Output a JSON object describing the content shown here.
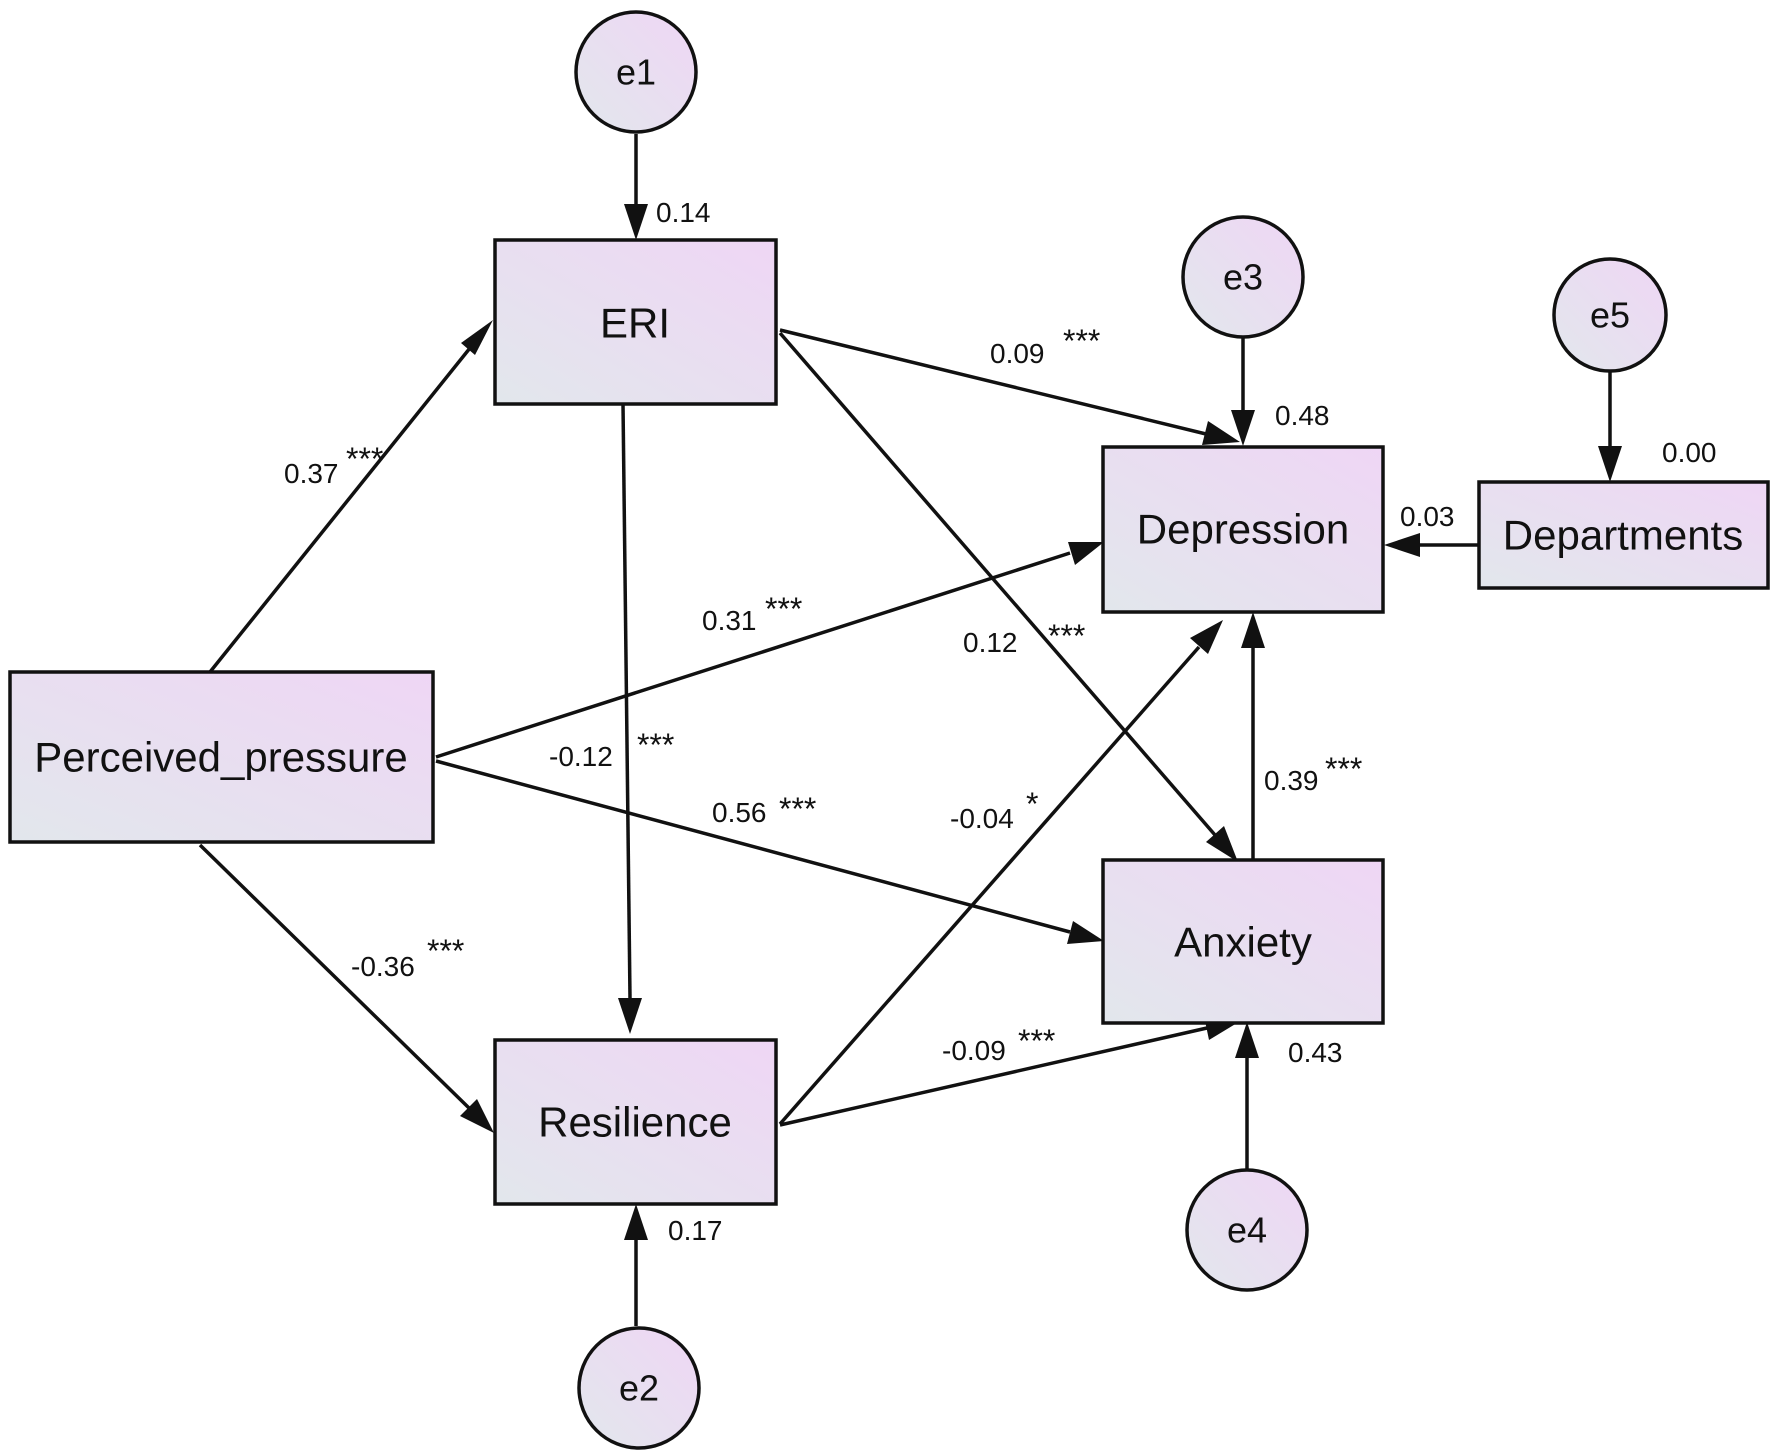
{
  "colors": {
    "node_fill_start": "#e2e7ec",
    "node_fill_end": "#efd6f5",
    "stroke": "#111111",
    "background": "#ffffff"
  },
  "nodes": {
    "perceived_pressure": "Perceived_pressure",
    "eri": "ERI",
    "resilience": "Resilience",
    "depression": "Depression",
    "anxiety": "Anxiety",
    "departments": "Departments",
    "e1": "e1",
    "e2": "e2",
    "e3": "e3",
    "e4": "e4",
    "e5": "e5"
  },
  "squared_multiple_correlations": {
    "eri": "0.14",
    "resilience": "0.17",
    "depression": "0.48",
    "anxiety": "0.43",
    "departments": "0.00"
  },
  "paths": {
    "pp_eri": {
      "coef": "0.37",
      "sig": "***"
    },
    "pp_depression": {
      "coef": "0.31",
      "sig": "***"
    },
    "pp_anxiety": {
      "coef": "0.56",
      "sig": "***"
    },
    "pp_resilience": {
      "coef": "-0.36",
      "sig": "***"
    },
    "eri_depression": {
      "coef": "0.09",
      "sig": "***"
    },
    "eri_anxiety": {
      "coef": "0.12",
      "sig": "***"
    },
    "eri_resilience": {
      "coef": "-0.12",
      "sig": "***"
    },
    "resilience_depression": {
      "coef": "-0.04",
      "sig": "*"
    },
    "resilience_anxiety": {
      "coef": "-0.09",
      "sig": "***"
    },
    "anxiety_depression": {
      "coef": "0.39",
      "sig": "***"
    },
    "departments_depression": {
      "coef": "0.03",
      "sig": ""
    }
  }
}
